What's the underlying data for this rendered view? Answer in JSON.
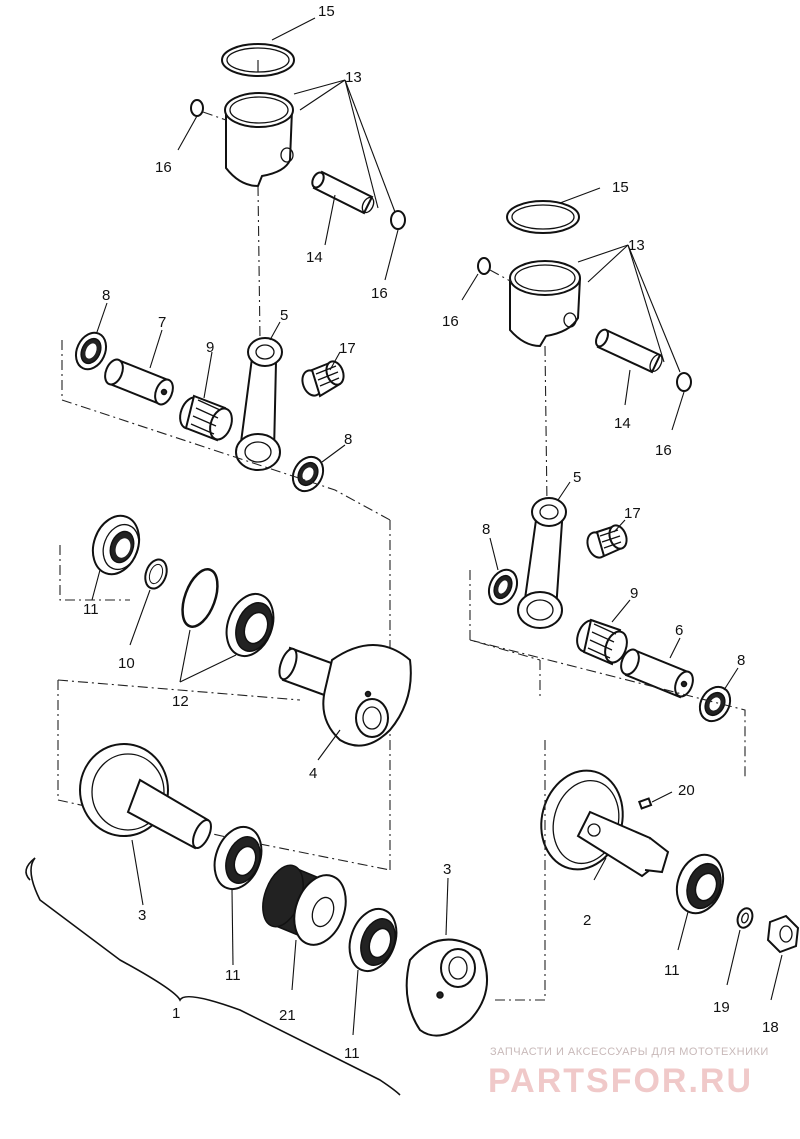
{
  "labels": {
    "l15a": "15",
    "l13a": "13",
    "l16a": "16",
    "l16b": "16",
    "l14a": "14",
    "l15b": "15",
    "l13b": "13",
    "l16c": "16",
    "l16d": "16",
    "l14b": "14",
    "l8a": "8",
    "l7": "7",
    "l5a": "5",
    "l9a": "9",
    "l17a": "17",
    "l8b": "8",
    "l5b": "5",
    "l17b": "17",
    "l8c": "8",
    "l9b": "9",
    "l6": "6",
    "l8d": "8",
    "l11a": "11",
    "l10": "10",
    "l12": "12",
    "l4": "4",
    "l3a": "3",
    "l11b": "11",
    "l21": "21",
    "l11c": "11",
    "l3b": "3",
    "l1": "1",
    "l20": "20",
    "l2": "2",
    "l11d": "11",
    "l19": "19",
    "l18": "18"
  },
  "watermark": {
    "line1": "ЗАПЧАСТИ И АКСЕССУАРЫ ДЛЯ МОТОТЕХНИКИ",
    "line2": "PARTSFOR.RU"
  }
}
